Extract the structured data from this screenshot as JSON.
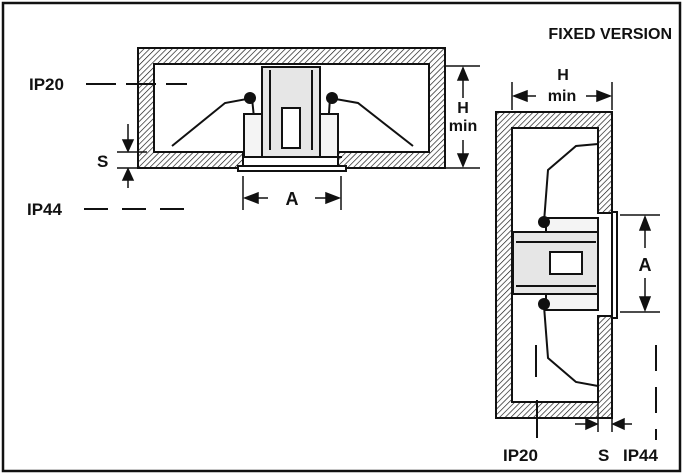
{
  "title": "FIXED VERSION",
  "labels": {
    "ip20": "IP20",
    "ip44": "IP44",
    "s": "S",
    "a": "A",
    "h": "H",
    "min": "min"
  }
}
